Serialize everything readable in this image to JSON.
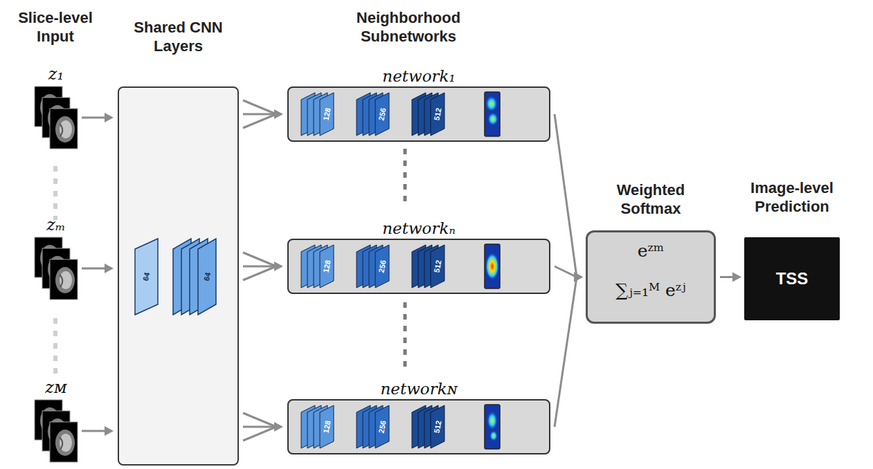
{
  "diagram": {
    "nodes": [
      {
        "text": [
          "z₁"
        ]
      },
      {
        "text": [
          "zₘ"
        ]
      },
      {
        "text": [
          "zᴍ"
        ]
      },
      {
        "text": [
          "Shared CNN Layers"
        ]
      },
      {
        "text": [
          "network₁"
        ]
      },
      {
        "text": [
          "networkₙ"
        ]
      },
      {
        "text": [
          "networkɴ"
        ]
      },
      {
        "text": [
          "Weighted Softmax",
          "eᶻᵐ",
          "∑ⱼ₌₁ᴹ eᶻʲ"
        ]
      },
      {
        "text": [
          "Image-level Prediction",
          "TSS"
        ]
      }
    ],
    "edges": [
      {
        "from": 0,
        "to": 3,
        "arrow": "to"
      },
      {
        "from": 1,
        "to": 3,
        "arrow": "to"
      },
      {
        "from": 2,
        "to": 3,
        "arrow": "to"
      },
      {
        "from": 3,
        "to": 4,
        "arrow": "to"
      },
      {
        "from": 3,
        "to": 5,
        "arrow": "to"
      },
      {
        "from": 3,
        "to": 6,
        "arrow": "to"
      },
      {
        "from": 4,
        "to": 7,
        "arrow": "to"
      },
      {
        "from": 5,
        "to": 7,
        "arrow": "to"
      },
      {
        "from": 6,
        "to": 7,
        "arrow": "to"
      },
      {
        "from": 7,
        "to": 8,
        "arrow": "to"
      }
    ],
    "labels": [
      "Slice-level Input",
      "Neighborhood Subnetworks",
      "64",
      "64",
      "128",
      "256",
      "512",
      "128",
      "256",
      "512",
      "128",
      "256",
      "512"
    ]
  }
}
